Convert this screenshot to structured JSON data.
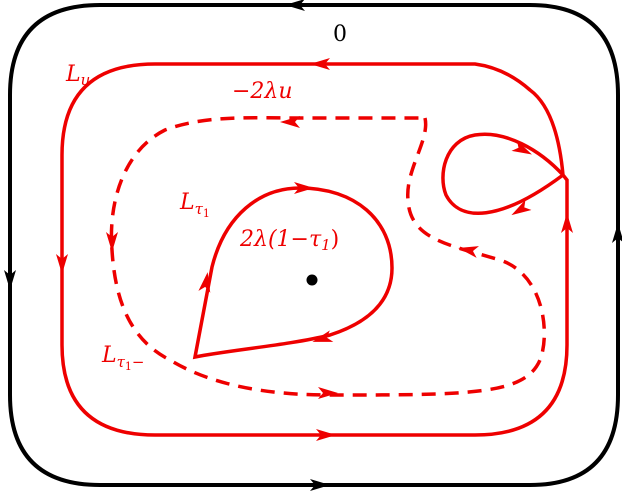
{
  "colors": {
    "outer": "#000000",
    "contour": "#ee0000"
  },
  "labels": {
    "outer_value": "0",
    "lu_main": "L",
    "lu_sub": "u",
    "inner_value": "−2λu",
    "ltau1_main": "L",
    "ltau1_sub": "τ",
    "ltau1_subsub": "1",
    "center_pre": "2λ(1−τ",
    "center_sub": "1",
    "center_post": ")",
    "ltau1m_main": "L",
    "ltau1m_sub": "τ",
    "ltau1m_subsub": "1",
    "ltau1m_minus": "−"
  }
}
